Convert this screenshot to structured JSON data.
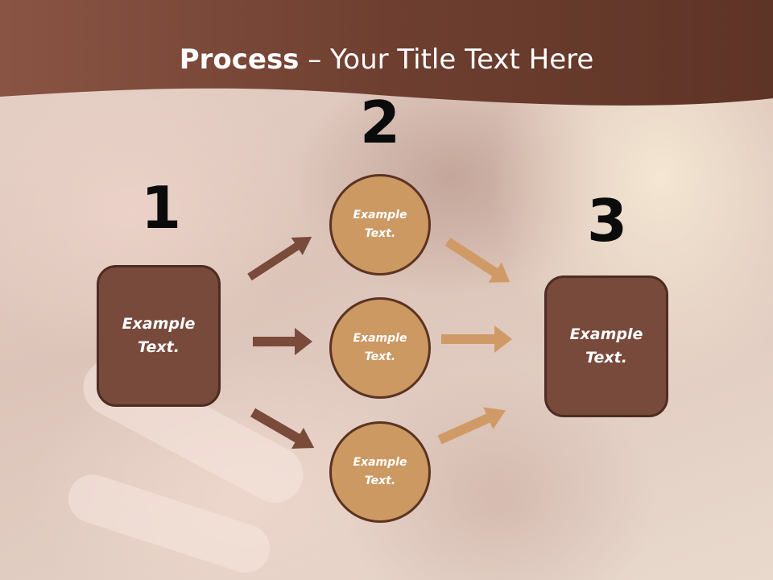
{
  "title": {
    "bold": "Process",
    "rest": " – Your Title Text Here"
  },
  "steps": [
    {
      "number": "1",
      "label": "Example Text."
    },
    {
      "number": "2",
      "labels": [
        "Example Text.",
        "Example Text.",
        "Example Text."
      ]
    },
    {
      "number": "3",
      "label": "Example Text."
    }
  ],
  "colors": {
    "banner": "#6e3f30",
    "box_fill": "#774a3c",
    "circle_fill": "#cc9963",
    "arrow_dark": "#7a4a3a",
    "arrow_light": "#d09a66"
  }
}
